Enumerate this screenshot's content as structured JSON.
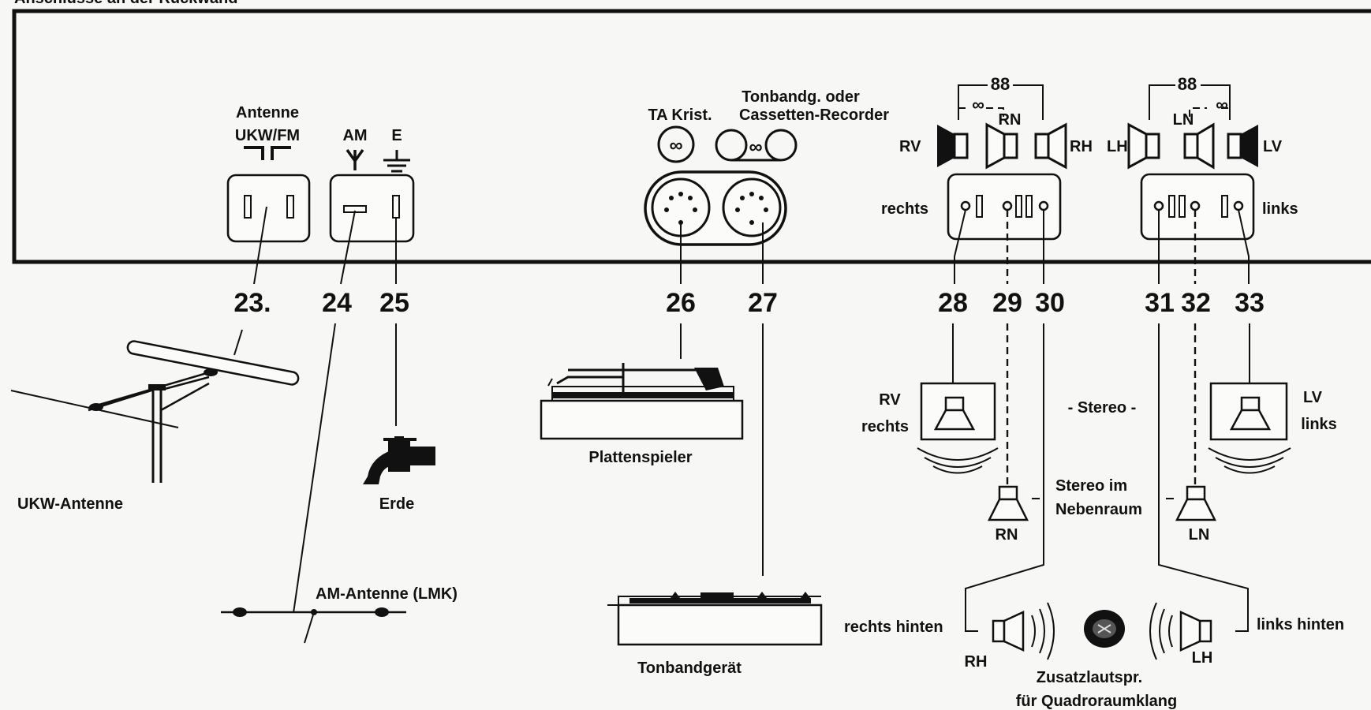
{
  "header": {
    "title": "Anschlüsse an der Rückwand"
  },
  "panel": {
    "antenna_label_1": "Antenne",
    "antenna_label_2": "UKW/FM",
    "am_label": "AM",
    "earth_label": "E",
    "ta_label": "TA Krist.",
    "tape_label_1": "Tonbandg. oder",
    "tape_label_2": "Cassetten-Recorder",
    "right_group": {
      "rv": "RV",
      "rn": "RN",
      "rh": "RH",
      "socket_label": "rechts"
    },
    "left_group": {
      "lh": "LH",
      "ln": "LN",
      "lv": "LV",
      "socket_label": "links"
    }
  },
  "numbers": [
    "23.",
    "24",
    "25",
    "26",
    "27",
    "28",
    "29",
    "30",
    "31",
    "32",
    "33"
  ],
  "devices": {
    "ukw_antenna": "UKW-Antenne",
    "am_antenna": "AM-Antenne (LMK)",
    "earth": "Erde",
    "turntable": "Plattenspieler",
    "tape_deck": "Tonbandgerät"
  },
  "speakers": {
    "rv_1": "RV",
    "rv_2": "rechts",
    "lv_1": "LV",
    "lv_2": "links",
    "stereo": "- Stereo -",
    "nebenraum_1": "Stereo im",
    "nebenraum_2": "Nebenraum",
    "rn": "RN",
    "ln": "LN",
    "rechts_hinten": "rechts hinten",
    "links_hinten": "links hinten",
    "rh": "RH",
    "lh": "LH",
    "zusatz_1": "Zusatzlautspr.",
    "zusatz_2": "für Quadroraumklang"
  }
}
